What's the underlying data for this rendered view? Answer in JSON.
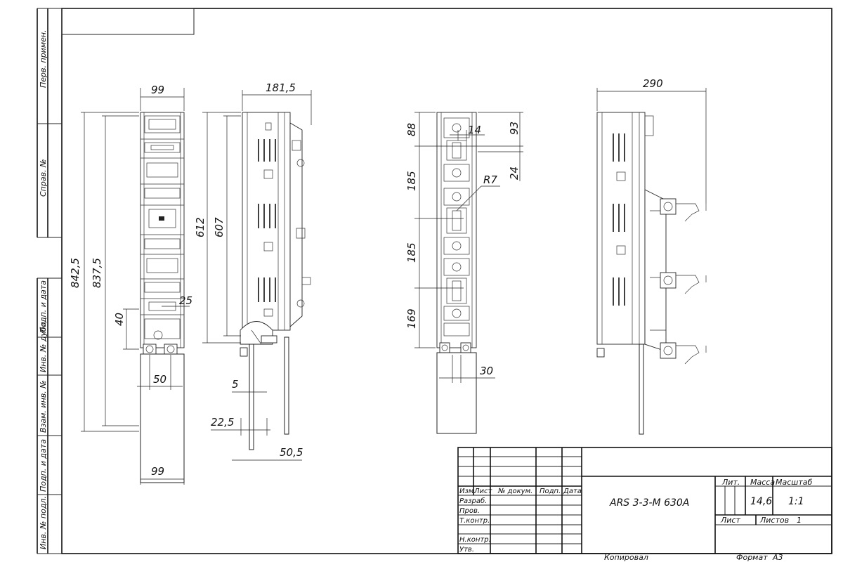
{
  "sidebar": {
    "perv_primen": "Перв. примен.",
    "sprav_no": "Справ. №",
    "podp_i_data_1": "Подп. и дата",
    "inv_no_dubl": "Инв. № дубл.",
    "vzam_inv_no": "Взам. инв. №",
    "podp_i_data_2": "Подп. и дата",
    "inv_no_podl": "Инв. № подл."
  },
  "dims": {
    "v1_width_top": "99",
    "v1_h_total": "842,5",
    "v1_h_inner": "837,5",
    "v1_40": "40",
    "v1_25": "25",
    "v1_50": "50",
    "v1_width_bottom": "99",
    "v2_top": "181,5",
    "v2_612": "612",
    "v2_607": "607",
    "v2_5": "5",
    "v2_22_5": "22,5",
    "v2_50_5": "50,5",
    "v3_88": "88",
    "v3_14": "14",
    "v3_93": "93",
    "v3_24": "24",
    "v3_r7": "R7",
    "v3_185a": "185",
    "v3_185b": "185",
    "v3_169": "169",
    "v3_30": "30",
    "v4_290": "290"
  },
  "title_block": {
    "izm": "Изм.",
    "list": "Лист",
    "no_dokum": "№ докум.",
    "podp": "Подп.",
    "data": "Дата",
    "razrab": "Разраб.",
    "prov": "Пров.",
    "t_kontr": "Т.контр.",
    "n_kontr": "Н.контр.",
    "utv": "Утв.",
    "designation": "ARS 3-3-M 630A",
    "lit": "Лит.",
    "massa": "Масса",
    "masshtab": "Масштаб",
    "massa_value": "14,6",
    "masshtab_value": "1:1",
    "list_label": "Лист",
    "listov_label": "Листов",
    "listov_value": "1"
  },
  "footer": {
    "kopiroval": "Копировал",
    "format": "Формат",
    "format_value": "А3"
  }
}
